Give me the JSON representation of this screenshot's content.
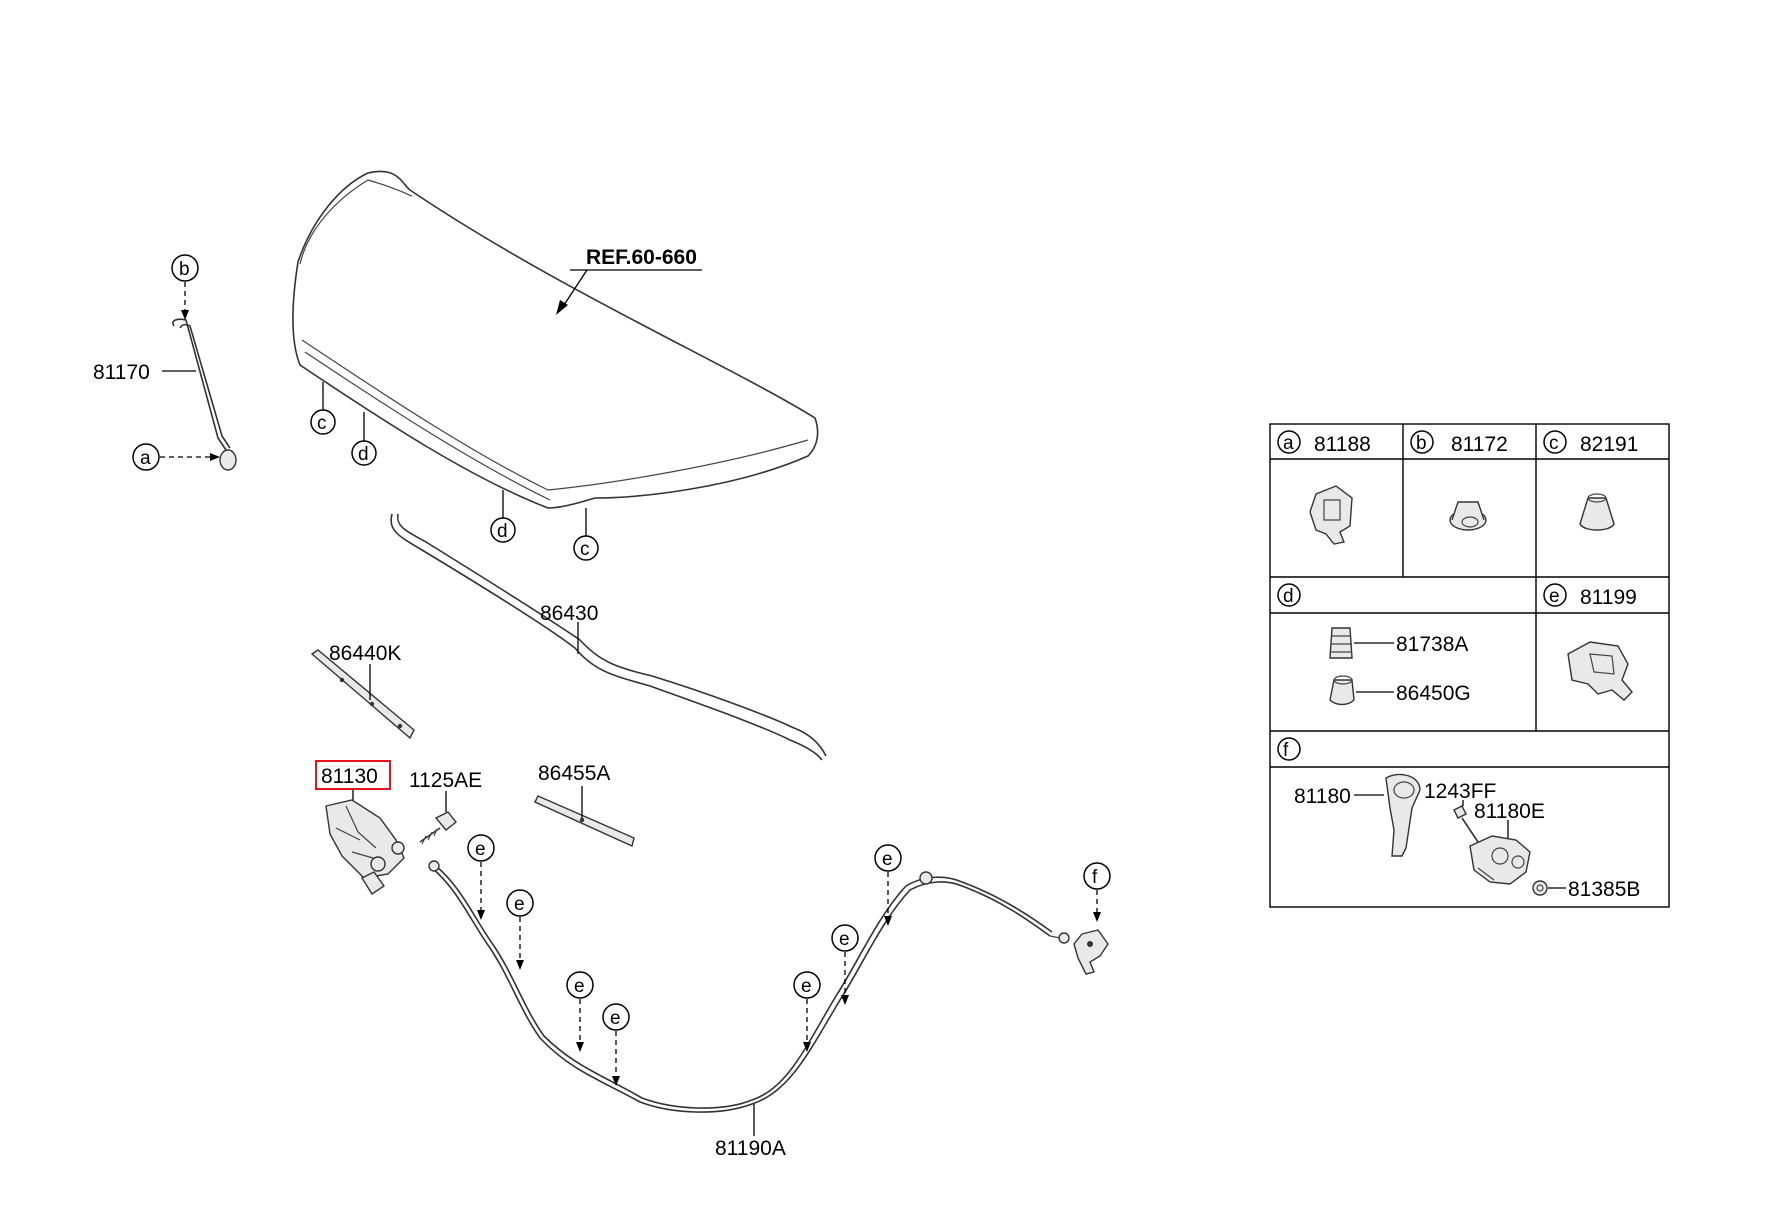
{
  "diagram": {
    "ref_label": "REF.60-660",
    "parts": {
      "stay_rod": "81170",
      "weatherstrip": "86430",
      "seal_left": "86440K",
      "seal_center": "86455A",
      "latch": "81130",
      "bolt": "1125AE",
      "release_cable": "81190A"
    },
    "callouts": {
      "a": "a",
      "b": "b",
      "c": "c",
      "d": "d",
      "e": "e",
      "f": "f"
    },
    "legend": {
      "cells": [
        {
          "letter": "a",
          "part": "81188"
        },
        {
          "letter": "b",
          "part": "81172"
        },
        {
          "letter": "c",
          "part": "82191"
        },
        {
          "letter": "d",
          "part": ""
        },
        {
          "letter": "e",
          "part": "81199"
        },
        {
          "letter": "f",
          "part": ""
        }
      ],
      "d_parts": [
        "81738A",
        "86450G"
      ],
      "f_parts": [
        "81180",
        "1243FF",
        "81180E",
        "81385B"
      ]
    }
  }
}
